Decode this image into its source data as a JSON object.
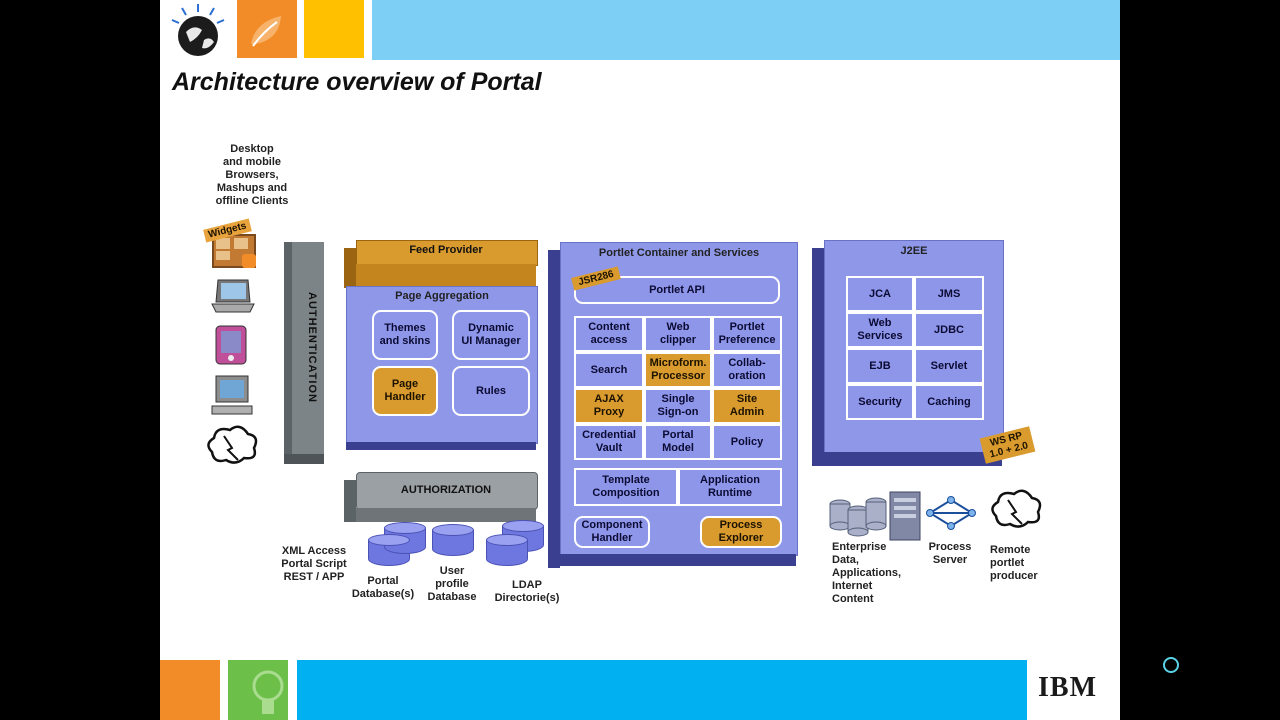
{
  "slide": {
    "title": "Architecture overview of Portal",
    "footer_logo": "IBM"
  },
  "clients": {
    "label": "Desktop\nand mobile\nBrowsers,\nMashups and\noffline Clients",
    "widgets_label": "Widgets"
  },
  "authentication": {
    "label": "AUTHENTICATION"
  },
  "feed_provider": {
    "label": "Feed Provider"
  },
  "page_aggregation": {
    "title": "Page Aggregation",
    "items": [
      "Themes\nand skins",
      "Dynamic\nUI Manager",
      "Page\nHandler",
      "Rules"
    ]
  },
  "authorization": {
    "label": "AUTHORIZATION"
  },
  "data_sources": {
    "xml_access": "XML Access\nPortal Script\nREST / APP",
    "portal_db": "Portal\nDatabase(s)",
    "user_profile_db": "User\nprofile\nDatabase",
    "ldap": "LDAP\nDirectorie(s)"
  },
  "portlet_container": {
    "title": "Portlet Container and Services",
    "jsr_tag": "JSR286",
    "portlet_api": "Portlet API",
    "cells": [
      "Content\naccess",
      "Web\nclipper",
      "Portlet\nPreference",
      "Search",
      "Microform.\nProcessor",
      "Collab-\noration",
      "AJAX\nProxy",
      "Single\nSign-on",
      "Site\nAdmin",
      "Credential\nVault",
      "Portal\nModel",
      "Policy"
    ],
    "template_composition": "Template\nComposition",
    "application_runtime": "Application\nRuntime",
    "component_handler": "Component\nHandler",
    "process_explorer": "Process\nExplorer"
  },
  "j2ee": {
    "title": "J2EE",
    "cells": [
      "JCA",
      "JMS",
      "Web\nServices",
      "JDBC",
      "EJB",
      "Servlet",
      "Security",
      "Caching"
    ],
    "wsrp_tag": "WS RP\n1.0 + 2.0"
  },
  "backend": {
    "enterprise": "Enterprise\nData,\nApplications,\nInternet\nContent",
    "process_server": "Process\nServer",
    "remote_producer": "Remote\nportlet\nproducer"
  },
  "colors": {
    "top_bar_blue": "#7ecff5",
    "footer_blue": "#00b0f0",
    "orange": "#f28c28",
    "yellow": "#ffc000",
    "green": "#6cc04a",
    "panel_blue": "#8f97e8",
    "accent_orange": "#d99a2e"
  }
}
